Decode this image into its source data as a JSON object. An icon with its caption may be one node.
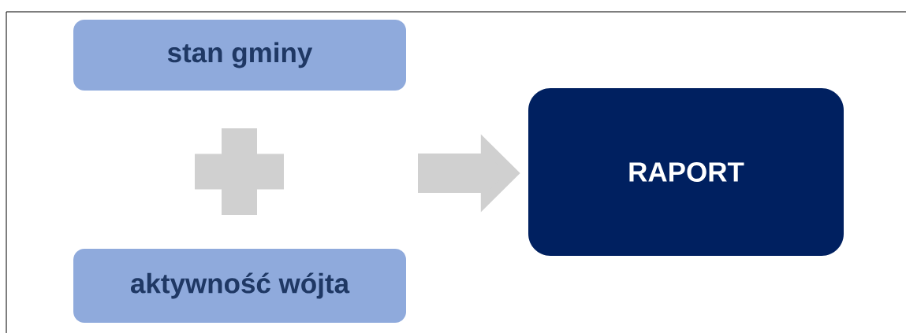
{
  "diagram": {
    "nodes": [
      {
        "text": [
          "stan gminy"
        ]
      },
      {
        "text": [],
        "shape": "plus"
      },
      {
        "text": [
          "aktywność wójta"
        ]
      },
      {
        "text": [
          "RAPORT"
        ]
      }
    ],
    "edges": [
      {
        "from": null,
        "to": 3,
        "arrow": "to"
      }
    ]
  }
}
